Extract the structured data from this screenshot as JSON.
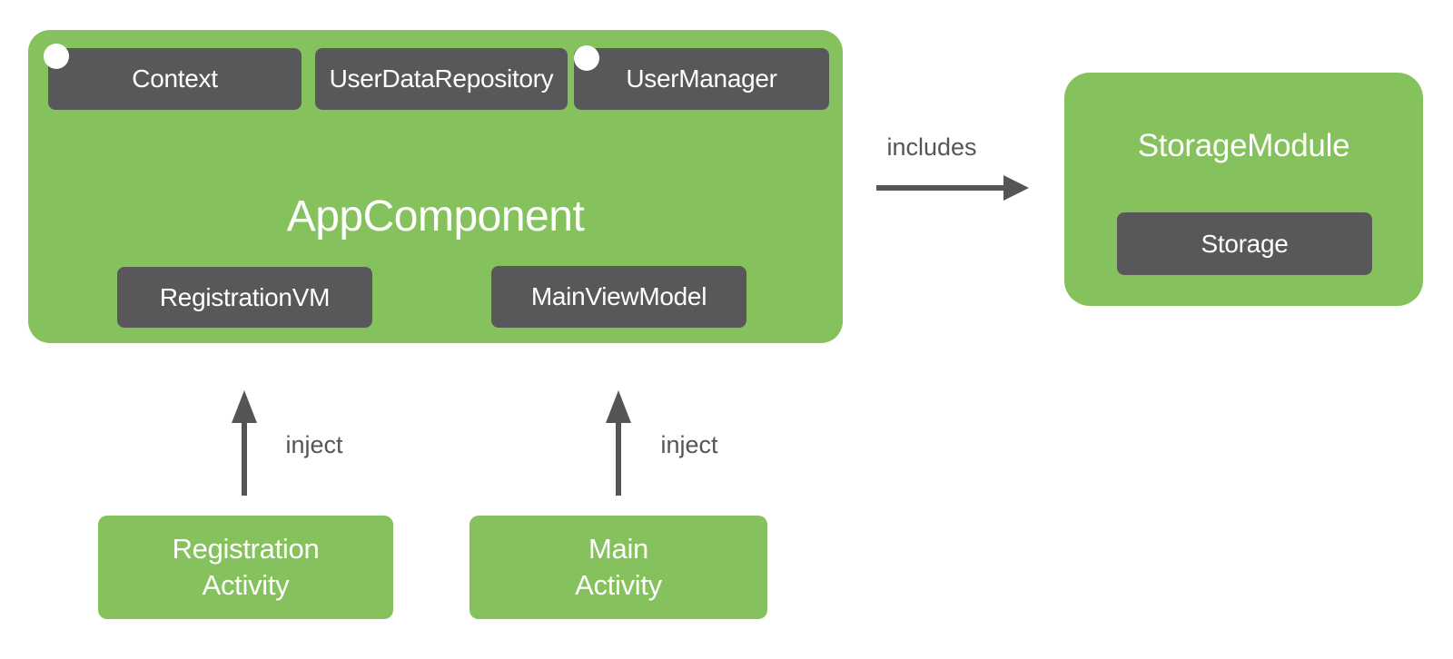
{
  "colors": {
    "green": "#85C25D",
    "dark": "#58585A",
    "arrow": "#555557",
    "white": "#FFFFFF"
  },
  "icons": {
    "scope_dot": "white-filled-circle"
  },
  "app_component": {
    "title": "AppComponent",
    "provided": [
      {
        "label": "Context",
        "has_scope_dot": true
      },
      {
        "label": "UserDataRepository",
        "has_scope_dot": false
      },
      {
        "label": "UserManager",
        "has_scope_dot": true
      }
    ],
    "viewmodels": [
      {
        "label": "RegistrationVM"
      },
      {
        "label": "MainViewModel"
      }
    ]
  },
  "storage_module": {
    "title": "StorageModule",
    "inner_label": "Storage"
  },
  "edges": {
    "includes": {
      "label": "includes"
    },
    "inject_registration": {
      "label": "inject"
    },
    "inject_main": {
      "label": "inject"
    }
  },
  "activities": [
    {
      "line1": "Registration",
      "line2": "Activity"
    },
    {
      "line1": "Main",
      "line2": "Activity"
    }
  ]
}
